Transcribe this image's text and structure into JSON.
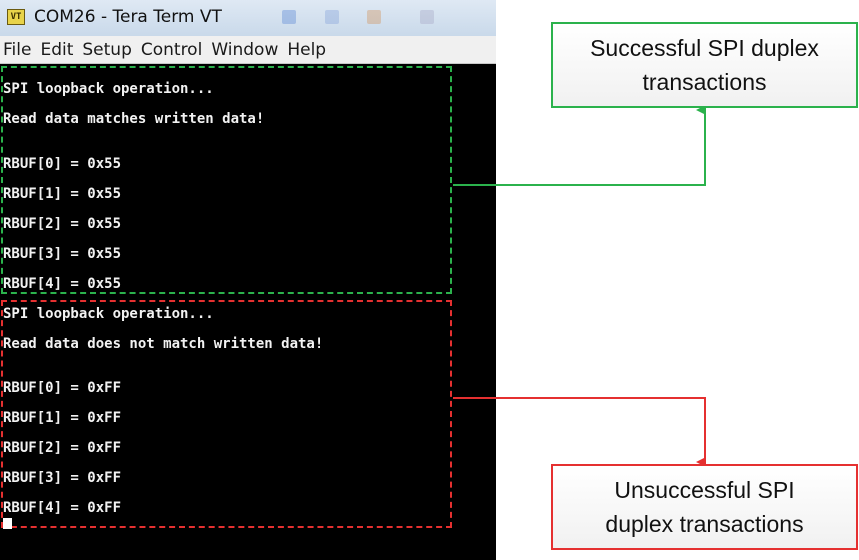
{
  "window": {
    "app_icon_text": "VT",
    "title": "COM26 - Tera Term VT",
    "menu": [
      "File",
      "Edit",
      "Setup",
      "Control",
      "Window",
      "Help"
    ]
  },
  "terminal": {
    "lines": [
      "SPI loopback operation...",
      "Read data matches written data!",
      "",
      "RBUF[0] = 0x55",
      "RBUF[1] = 0x55",
      "RBUF[2] = 0x55",
      "RBUF[3] = 0x55",
      "RBUF[4] = 0x55",
      "SPI loopback operation...",
      "Read data does not match written data!",
      "",
      "RBUF[0] = 0xFF",
      "RBUF[1] = 0xFF",
      "RBUF[2] = 0xFF",
      "RBUF[3] = 0xFF",
      "RBUF[4] = 0xFF"
    ]
  },
  "callouts": {
    "success": {
      "line1": "Successful SPI duplex",
      "line2": "transactions",
      "color": "#2bb24c"
    },
    "failure": {
      "line1": "Unsuccessful SPI",
      "line2": "duplex transactions",
      "color": "#e53030"
    }
  }
}
